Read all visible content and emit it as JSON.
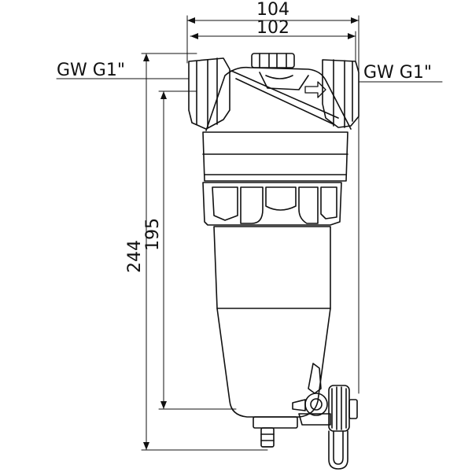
{
  "dimensions": {
    "overall_width": "104",
    "inner_width": "102",
    "overall_height": "244",
    "inner_height": "195"
  },
  "ports": {
    "inlet_label": "GW G1\"",
    "outlet_label": "GW G1\""
  },
  "colors": {
    "line": "#111111",
    "background": "#ffffff"
  }
}
